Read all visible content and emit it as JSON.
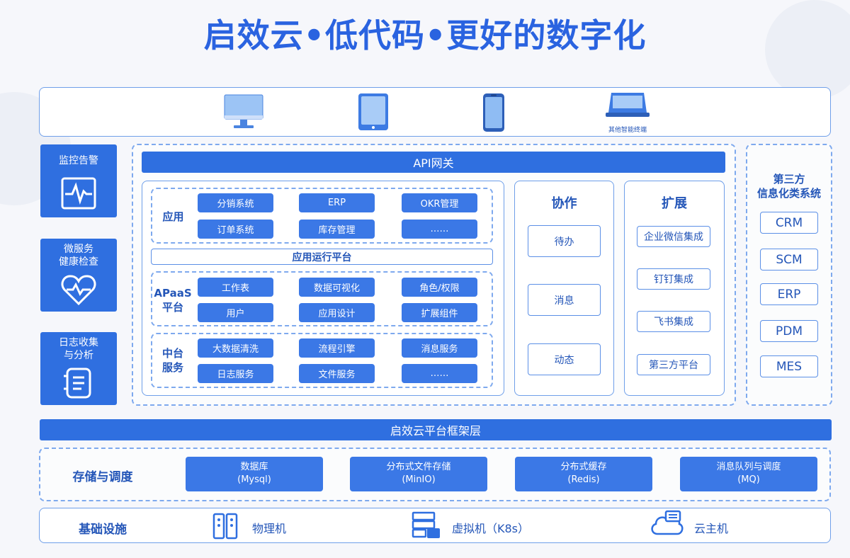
{
  "title": "启效云•低代码•更好的数字化",
  "terminals": {
    "other_label": "其他智能终端"
  },
  "side": {
    "monitor": "监控告警",
    "health_line1": "微服务",
    "health_line2": "健康检查",
    "log_line1": "日志收集",
    "log_line2": "与分析"
  },
  "gateway": "API网关",
  "app": {
    "label": "应用",
    "items": [
      "分销系统",
      "ERP",
      "OKR管理",
      "订单系统",
      "库存管理",
      "……"
    ]
  },
  "runtime": "应用运行平台",
  "apaas": {
    "label_line1": "APaaS",
    "label_line2": "平台",
    "items": [
      "工作表",
      "数据可视化",
      "角色/权限",
      "用户",
      "应用设计",
      "扩展组件"
    ]
  },
  "middle": {
    "label_line1": "中台",
    "label_line2": "服务",
    "items": [
      "大数据清洗",
      "流程引擎",
      "消息服务",
      "日志服务",
      "文件服务",
      "……"
    ]
  },
  "collab": {
    "title": "协作",
    "items": [
      "待办",
      "消息",
      "动态"
    ]
  },
  "extend": {
    "title": "扩展",
    "items": [
      "企业微信集成",
      "钉钉集成",
      "飞书集成",
      "第三方平台"
    ]
  },
  "third": {
    "title_line1": "第三方",
    "title_line2": "信息化类系统",
    "items": [
      "CRM",
      "SCM",
      "ERP",
      "PDM",
      "MES"
    ]
  },
  "framework": "启效云平台框架层",
  "storage": {
    "label": "存储与调度",
    "items": [
      {
        "line1": "数据库",
        "line2": "(Mysql)"
      },
      {
        "line1": "分布式文件存储",
        "line2": "(MinIO)"
      },
      {
        "line1": "分布式缓存",
        "line2": "(Redis)"
      },
      {
        "line1": "消息队列与调度",
        "line2": "(MQ)"
      }
    ]
  },
  "infra": {
    "label": "基础设施",
    "items": [
      "物理机",
      "虚拟机（K8s）",
      "云主机"
    ]
  }
}
